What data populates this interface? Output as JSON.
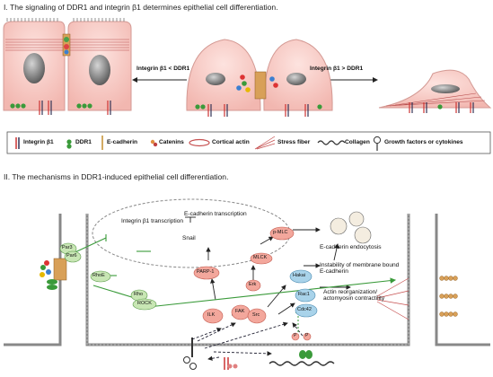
{
  "panel1": {
    "title": "I. The signaling of DDR1 and integrin β1 determines epithelial cell differentiation.",
    "arrow_left_label": "Integrin β1  <  DDR1",
    "arrow_right_label": "Integrin β1  >  DDR1"
  },
  "legend": {
    "items": [
      {
        "label": "Integrin β1",
        "icon": "integrin-icon"
      },
      {
        "label": "DDR1",
        "icon": "ddr1-icon"
      },
      {
        "label": "E-cadherin",
        "icon": "ecadherin-icon"
      },
      {
        "label": "Catenins",
        "icon": "catenins-icon"
      },
      {
        "label": "Cortical actin",
        "icon": "cortical-actin-icon"
      },
      {
        "label": "Stress fiber",
        "icon": "stress-fiber-icon"
      },
      {
        "label": "Collagen",
        "icon": "collagen-icon"
      },
      {
        "label": "Growth factors or cytokines",
        "icon": "growth-factor-icon"
      }
    ]
  },
  "panel2": {
    "title": "II. The mechanisms in DDR1-induced epithelial cell differentiation.",
    "nucleus": {
      "integrin_transcription": "Integrin β1 transcription",
      "ecadherin_transcription": "E-cadherin transcription",
      "snail": "Snail"
    },
    "nodes": {
      "par3": "Par3",
      "par6": "Par6",
      "rhoe": "RhoE",
      "rock": "ROCK",
      "rho": "Rho",
      "parp1": "PARP-1",
      "ilk": "ILK",
      "fak": "FAK",
      "src": "Src",
      "erk": "Erk",
      "mlck": "MLCK",
      "pmlc": "p-MLC",
      "hakai": "Hakai",
      "rac1": "Rac1",
      "cdc42": "Cdc42",
      "p1": "P",
      "p2": "P"
    },
    "notes": {
      "endocytosis": "E-cadherin endocytosis",
      "instability": "Instability of membrane bound E-cadherin",
      "actin_reorg": "Actin reorganization/ actomyosin contractility"
    }
  },
  "colors": {
    "cell_fill": "#f6c9c4",
    "green_node": "#c8e6b4",
    "salmon_node": "#f3a79c",
    "blue_node": "#a9d3ea",
    "legend_border": "#555555"
  }
}
